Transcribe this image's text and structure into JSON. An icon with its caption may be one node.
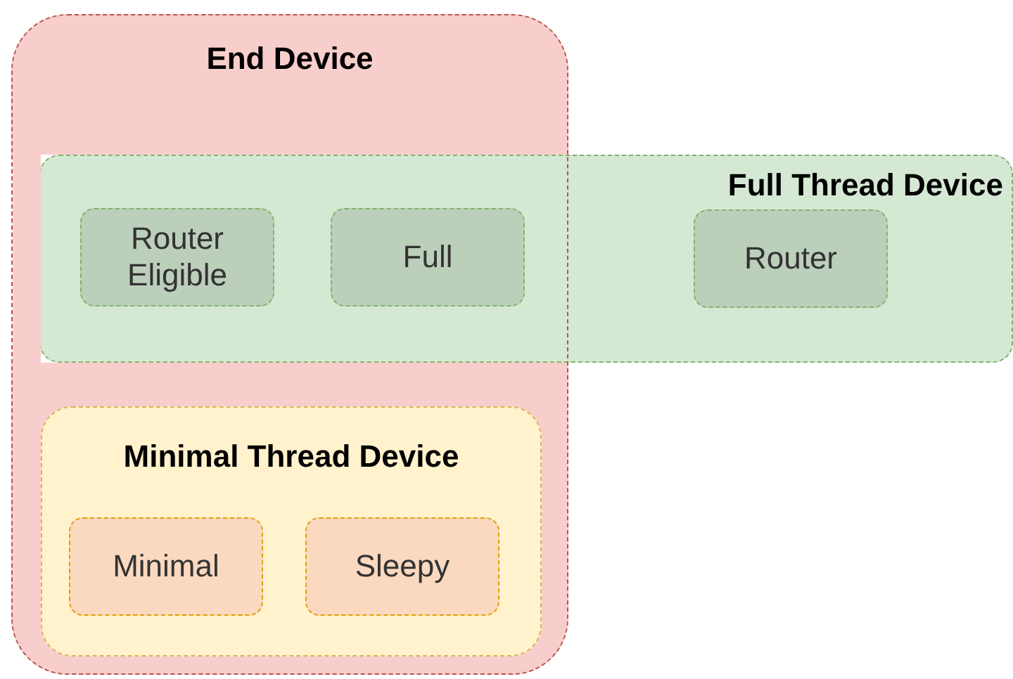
{
  "diagram": {
    "nodes": [
      {
        "text": [
          "End Device"
        ]
      },
      {
        "text": [
          "Full Thread Device"
        ]
      },
      {
        "text": [
          "Router Eligible"
        ]
      },
      {
        "text": [
          "Full"
        ]
      },
      {
        "text": [
          "Router"
        ],
        "in": 1
      },
      {
        "text": [
          "Minimal Thread Device"
        ],
        "in": 0
      },
      {
        "text": [
          "Minimal"
        ],
        "in": 5
      },
      {
        "text": [
          "Sleepy"
        ],
        "in": 5
      }
    ]
  }
}
